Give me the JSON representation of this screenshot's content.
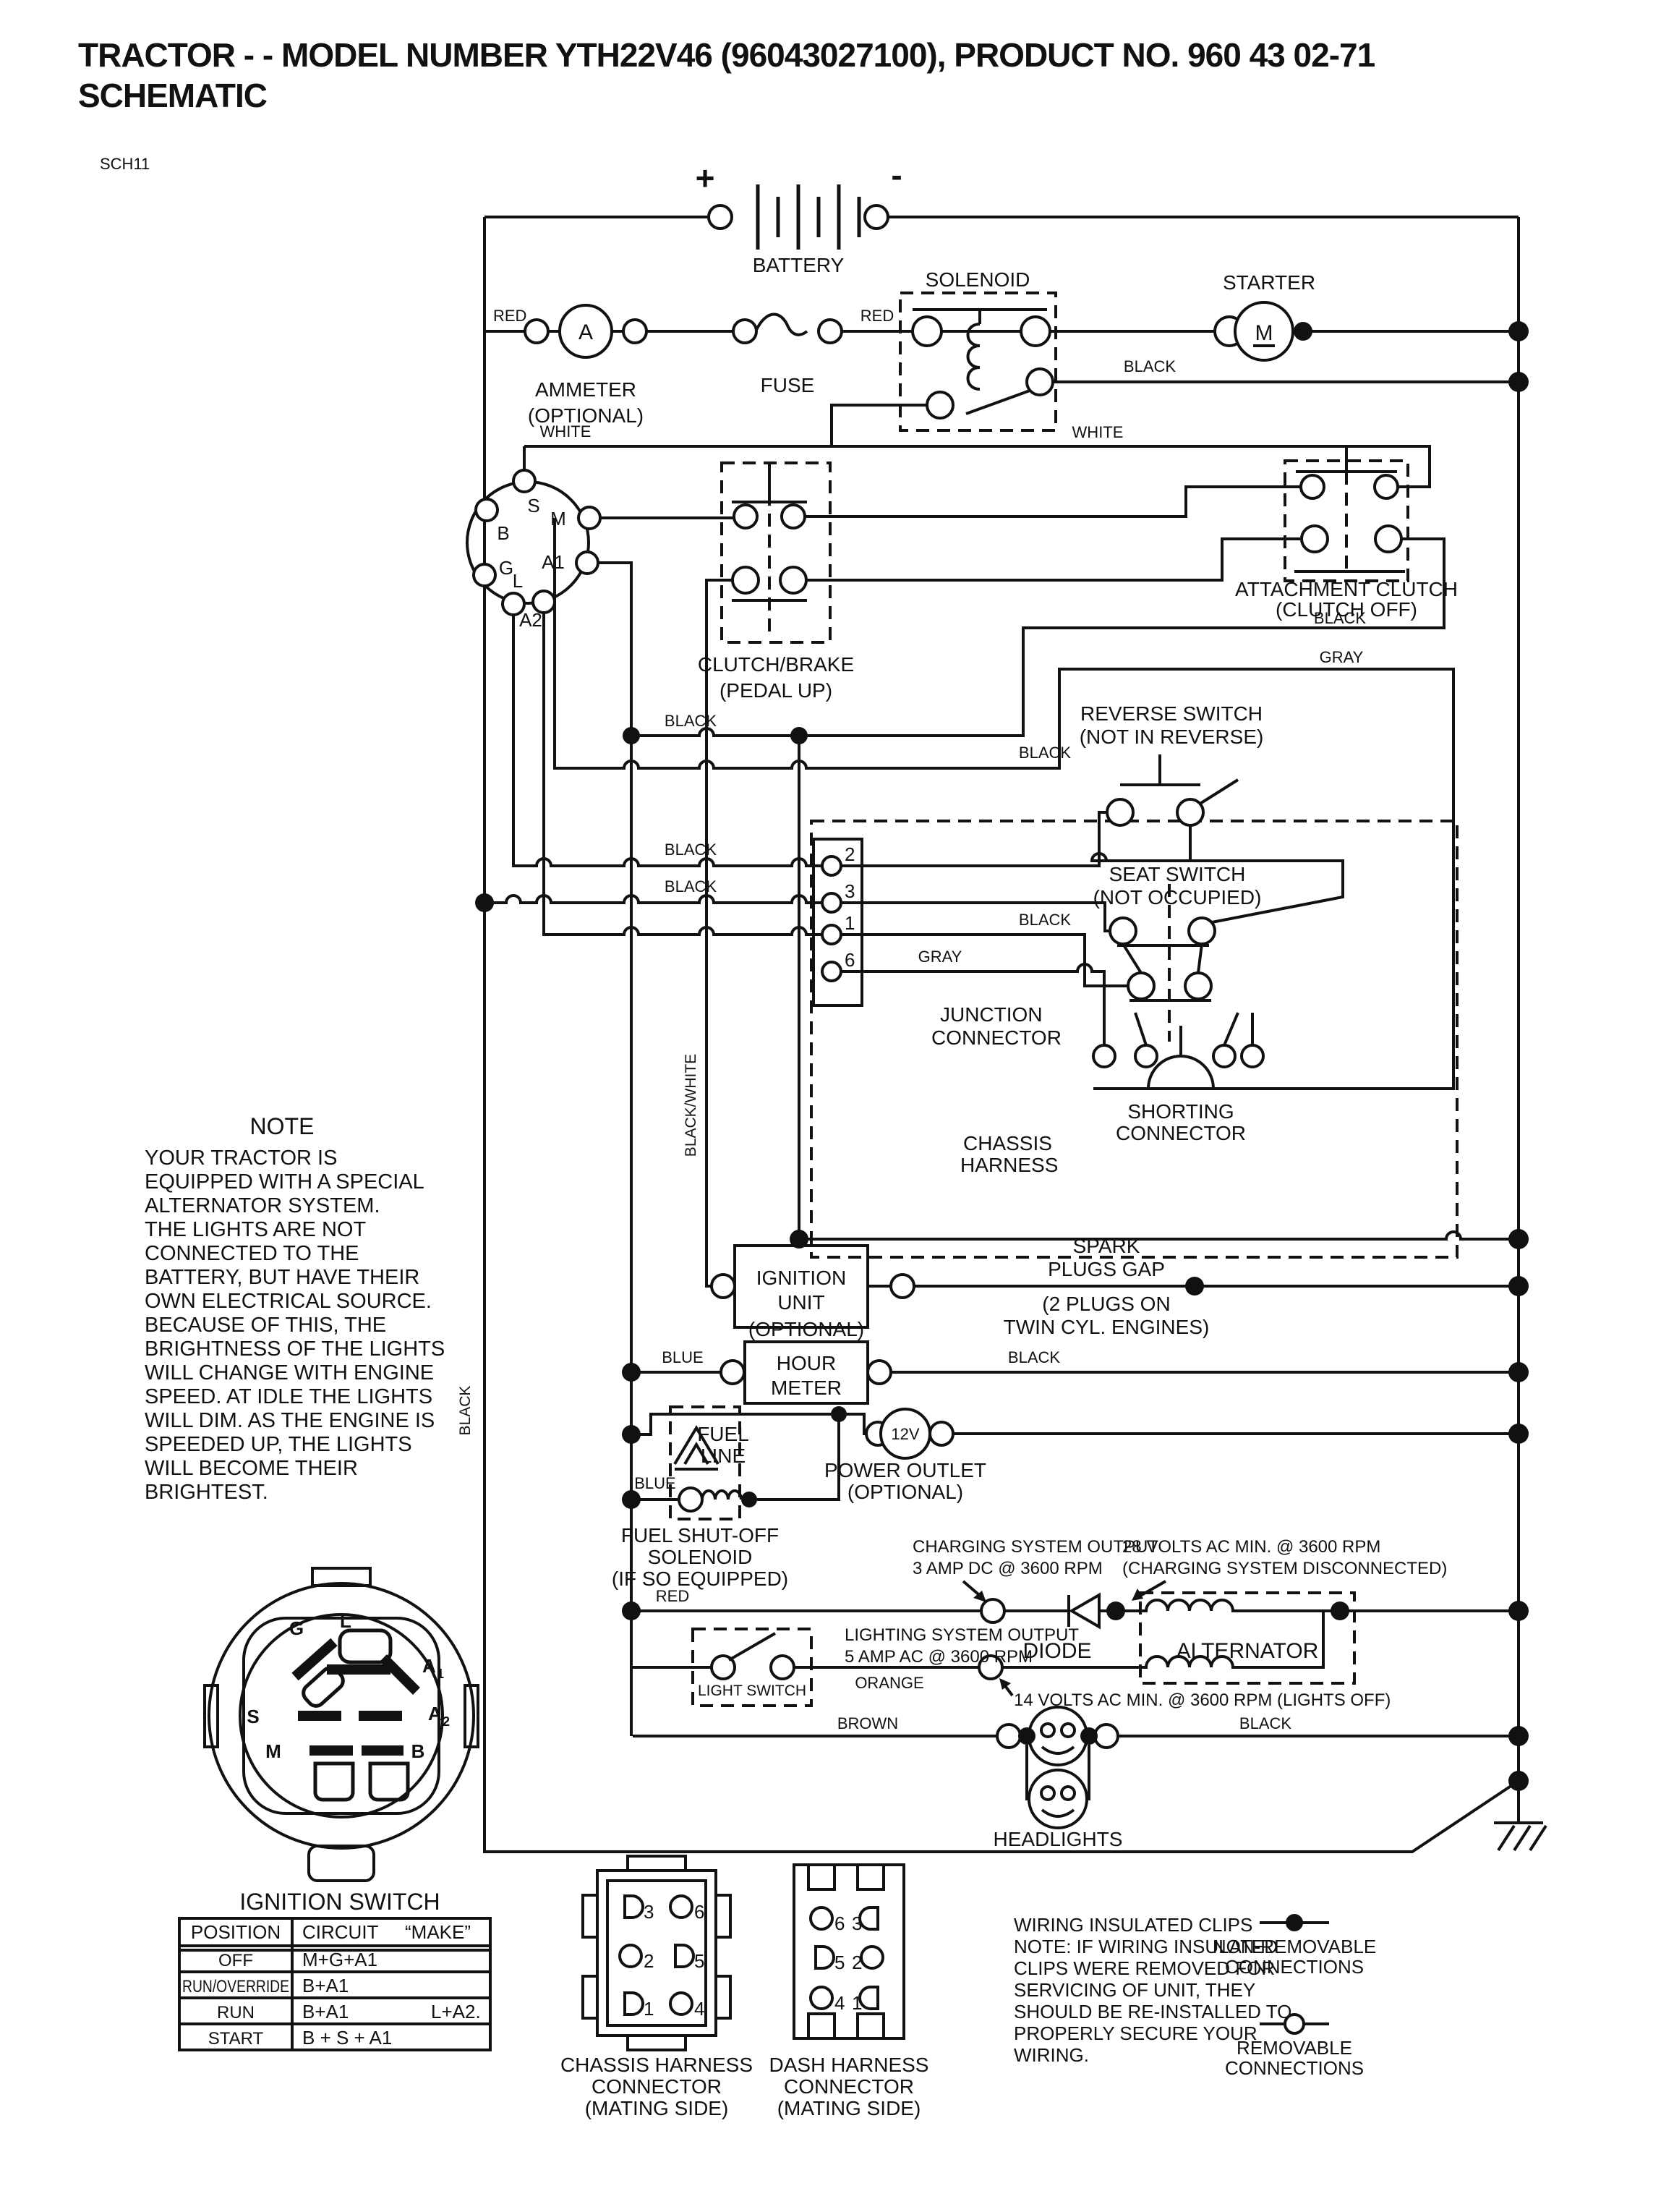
{
  "title": {
    "line1": "TRACTOR - - MODEL NUMBER YTH22V46 (96043027100), PRODUCT NO. 960 43 02-71",
    "line2": "SCHEMATIC",
    "sheet": "SCH11"
  },
  "components": {
    "battery": {
      "label": "BATTERY",
      "plus": "+",
      "minus": "-"
    },
    "ammeter": {
      "symbol": "A",
      "line1": "AMMETER",
      "line2": "(OPTIONAL)"
    },
    "fuse": {
      "label": "FUSE"
    },
    "solenoid": {
      "label": "SOLENOID"
    },
    "starter": {
      "label": "STARTER",
      "symbol": "M"
    },
    "attachment_clutch": {
      "line1": "ATTACHMENT CLUTCH",
      "line2": "(CLUTCH OFF)"
    },
    "clutch_brake": {
      "line1": "CLUTCH/BRAKE",
      "line2": "(PEDAL UP)"
    },
    "reverse_switch": {
      "line1": "REVERSE SWITCH",
      "line2": "(NOT IN REVERSE)"
    },
    "seat_switch": {
      "line1": "SEAT SWITCH",
      "line2": "(NOT OCCUPIED)"
    },
    "junction_connector": {
      "line1": "JUNCTION",
      "line2": "CONNECTOR",
      "pin2": "2",
      "pin3": "3",
      "pin1": "1",
      "pin6": "6"
    },
    "shorting_connector": {
      "line1": "SHORTING",
      "line2": "CONNECTOR"
    },
    "chassis_harness": {
      "line1": "CHASSIS",
      "line2": "HARNESS"
    },
    "ignition_unit": {
      "line1": "IGNITION",
      "line2": "UNIT"
    },
    "spark_plugs": {
      "line1": "SPARK",
      "line2": "PLUGS GAP",
      "line3": "(2 PLUGS ON",
      "line4": "TWIN CYL. ENGINES)"
    },
    "hour_meter": {
      "optional": "(OPTIONAL)",
      "line1": "HOUR",
      "line2": "METER"
    },
    "power_outlet": {
      "symbol": "12V",
      "line1": "POWER OUTLET",
      "line2": "(OPTIONAL)"
    },
    "fuel_line": {
      "line1": "FUEL",
      "line2": "LINE"
    },
    "fuel_shutoff": {
      "line1": "FUEL SHUT-OFF",
      "line2": "SOLENOID",
      "line3": "(IF SO EQUIPPED)"
    },
    "diode": {
      "label": "DIODE"
    },
    "alternator": {
      "label": "ALTERNATOR"
    },
    "light_switch": {
      "label": "LIGHT SWITCH"
    },
    "headlights": {
      "label": "HEADLIGHTS"
    }
  },
  "wire_labels": {
    "red_ammeter": "RED",
    "red_fuse": "RED",
    "red_charging": "RED",
    "white_left": "WHITE",
    "white_right": "WHITE",
    "black_solenoid": "BLACK",
    "black_attachment": "BLACK",
    "gray_attachment": "GRAY",
    "black_row_a": "BLACK",
    "black_row_b": "BLACK",
    "black_pin2": "BLACK",
    "black_pin3": "BLACK",
    "black_pin1": "BLACK",
    "gray_pin6": "GRAY",
    "black_white_vertical": "BLACK/WHITE",
    "black_left_bus": "BLACK",
    "blue_hour": "BLUE",
    "black_hour": "BLACK",
    "blue_fuel": "BLUE",
    "orange": "ORANGE",
    "brown": "BROWN",
    "black_headlights": "BLACK"
  },
  "annotations": {
    "charging_line1": "CHARGING SYSTEM OUTPUT",
    "charging_line2": "3 AMP DC @ 3600 RPM",
    "volts28_line1": "28 VOLTS AC MIN. @ 3600 RPM",
    "volts28_line2": "(CHARGING SYSTEM DISCONNECTED)",
    "lighting_line1": "LIGHTING SYSTEM OUTPUT",
    "lighting_line2": "5 AMP AC @ 3600 RPM",
    "volts14": "14 VOLTS AC MIN. @ 3600 RPM (LIGHTS OFF)"
  },
  "note": {
    "heading": "NOTE",
    "lines": [
      "YOUR TRACTOR IS",
      "EQUIPPED WITH A SPECIAL",
      "ALTERNATOR SYSTEM.",
      "THE LIGHTS ARE NOT",
      "CONNECTED TO THE",
      "BATTERY, BUT HAVE THEIR",
      "OWN ELECTRICAL SOURCE.",
      "BECAUSE OF THIS, THE",
      "BRIGHTNESS OF THE LIGHTS",
      "WILL CHANGE WITH ENGINE",
      "SPEED.  AT IDLE THE LIGHTS",
      "WILL DIM.  AS THE ENGINE IS",
      "SPEEDED UP, THE LIGHTS",
      "WILL BECOME THEIR",
      "BRIGHTEST."
    ]
  },
  "clips_note": {
    "lines": [
      "WIRING INSULATED CLIPS",
      "NOTE: IF WIRING INSULATED",
      "CLIPS WERE REMOVED FOR",
      "SERVICING OF UNIT, THEY",
      "SHOULD BE RE-INSTALLED TO",
      "PROPERLY SECURE YOUR",
      "WIRING."
    ]
  },
  "legend": {
    "non_removable_line1": "NON-REMOVABLE",
    "non_removable_line2": "CONNECTIONS",
    "removable_line1": "REMOVABLE",
    "removable_line2": "CONNECTIONS"
  },
  "ignition_switch": {
    "label": "IGNITION SWITCH",
    "terminals": {
      "g": "G",
      "l": "L",
      "a1": "A",
      "a1_sub": "1",
      "a2": "A",
      "a2_sub": "2",
      "s": "S",
      "m": "M",
      "b": "B"
    },
    "schematic_terminals": {
      "s": "S",
      "b": "B",
      "m": "M",
      "a1": "A1",
      "g": "G",
      "l": "L",
      "a2": "A2"
    },
    "table": {
      "header_position": "POSITION",
      "header_circuit": "CIRCUIT",
      "header_make": "“MAKE”",
      "rows": [
        {
          "position": "OFF",
          "make": "M+G+A1",
          "make2": ""
        },
        {
          "position": "RUN/OVERRIDE",
          "make": "B+A1",
          "make2": ""
        },
        {
          "position": "RUN",
          "make": "B+A1",
          "make2": "L+A2."
        },
        {
          "position": "START",
          "make": "B + S + A1",
          "make2": ""
        }
      ]
    }
  },
  "connectors": {
    "chassis": {
      "line1": "CHASSIS HARNESS",
      "line2": "CONNECTOR",
      "line3": "(MATING SIDE)",
      "pins": [
        "3",
        "6",
        "2",
        "5",
        "1",
        "4"
      ]
    },
    "dash": {
      "line1": "DASH HARNESS",
      "line2": "CONNECTOR",
      "line3": "(MATING SIDE)",
      "pins": [
        "6",
        "3",
        "5",
        "2",
        "4",
        "1"
      ]
    }
  }
}
